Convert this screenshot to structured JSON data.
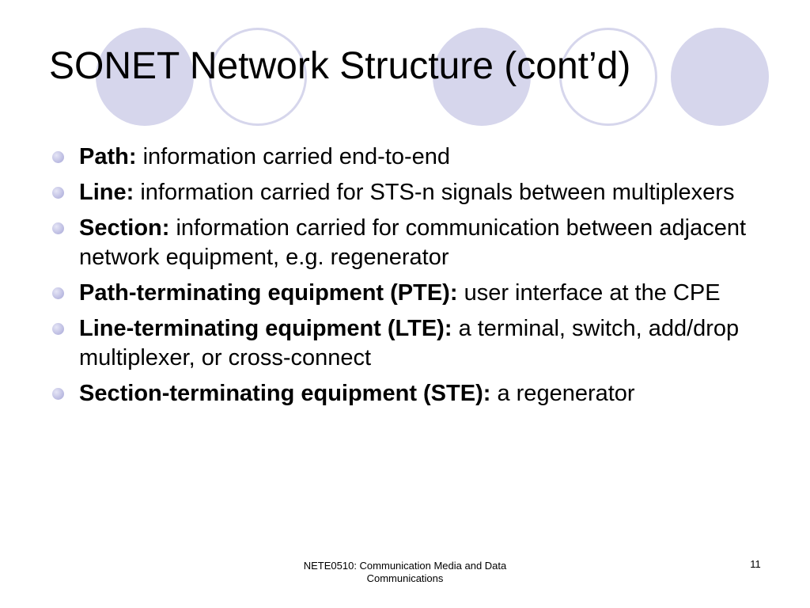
{
  "slide": {
    "title": "SONET Network Structure (cont’d)",
    "bullets": [
      {
        "term": "Path:",
        "text": "information carried end-to-end"
      },
      {
        "term": "Line:",
        "text": "information carried for STS-n signals between multiplexers"
      },
      {
        "term": "Section:",
        "text": "information carried for communication between adjacent network equipment, e.g. regenerator"
      },
      {
        "term": "Path-terminating equipment (PTE):",
        "text": "user interface at the CPE"
      },
      {
        "term": "Line-terminating equipment (LTE):",
        "text": "a terminal, switch, add/drop multiplexer, or cross-connect"
      },
      {
        "term": "Section-terminating equipment (STE):",
        "text": "a regenerator"
      }
    ],
    "footer": "NETE0510: Communication Media and Data Communications",
    "page_number": "11"
  },
  "colors": {
    "circle_fill": "#d6d6ec",
    "bullet_color": "#b9b9e0",
    "text": "#000000",
    "background": "#ffffff"
  }
}
